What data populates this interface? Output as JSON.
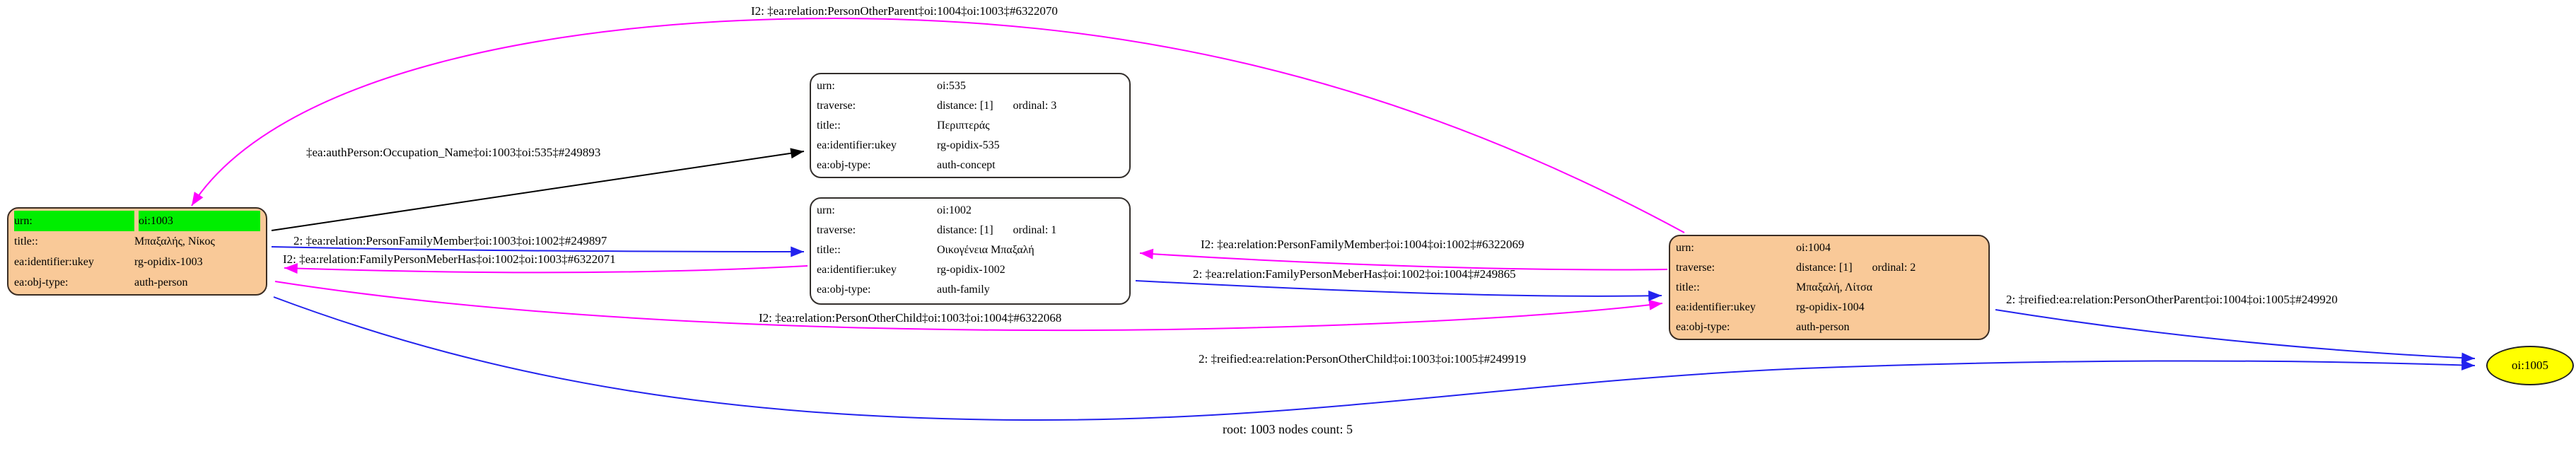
{
  "graph": {
    "footer": "root: 1003 nodes count: 5"
  },
  "colors": {
    "person_node_fill": "#f9c998",
    "plain_node_fill": "#ffffff",
    "highlight_green": "#00ee00",
    "ellipse_yellow": "#ffff00",
    "edge_blue": "#2222ee",
    "edge_magenta": "#ff00ff",
    "edge_black": "#000000"
  },
  "nodes": {
    "n1003": {
      "rows": [
        {
          "key": "urn:",
          "value": "oi:1003"
        },
        {
          "key": "title::",
          "value": "Μπαξαλής, Νίκος"
        },
        {
          "key": "ea:identifier:ukey",
          "value": "rg-opidix-1003"
        },
        {
          "key": "ea:obj-type:",
          "value": "auth-person"
        }
      ]
    },
    "n535": {
      "rows": [
        {
          "key": "urn:",
          "value": "oi:535"
        },
        {
          "key": "traverse:",
          "value": "distance: [1]",
          "extra": "ordinal: 3"
        },
        {
          "key": "title::",
          "value": "Περιπτεράς"
        },
        {
          "key": "ea:identifier:ukey",
          "value": "rg-opidix-535"
        },
        {
          "key": "ea:obj-type:",
          "value": "auth-concept"
        }
      ]
    },
    "n1002": {
      "rows": [
        {
          "key": "urn:",
          "value": "oi:1002"
        },
        {
          "key": "traverse:",
          "value": "distance: [1]",
          "extra": "ordinal: 1"
        },
        {
          "key": "title::",
          "value": "Οικογένεια Μπαξαλή"
        },
        {
          "key": "ea:identifier:ukey",
          "value": "rg-opidix-1002"
        },
        {
          "key": "ea:obj-type:",
          "value": "auth-family"
        }
      ]
    },
    "n1004": {
      "rows": [
        {
          "key": "urn:",
          "value": "oi:1004"
        },
        {
          "key": "traverse:",
          "value": "distance: [1]",
          "extra": "ordinal: 2"
        },
        {
          "key": "title::",
          "value": "Μπαξαλή, Λίτσα"
        },
        {
          "key": "ea:identifier:ukey",
          "value": "rg-opidix-1004"
        },
        {
          "key": "ea:obj-type:",
          "value": "auth-person"
        }
      ]
    },
    "n1005": {
      "label": "oi:1005"
    }
  },
  "edges": {
    "person_other_parent_top": {
      "label": "I2: ‡ea:relation:PersonOtherParent‡oi:1004‡oi:1003‡#6322070",
      "color": "magenta"
    },
    "occupation_name": {
      "label": "‡ea:authPerson:Occupation_Name‡oi:1003‡oi:535‡#249893",
      "color": "black"
    },
    "person_family_member_left": {
      "label": "2: ‡ea:relation:PersonFamilyMember‡oi:1003‡oi:1002‡#249897",
      "color": "blue"
    },
    "family_person_meber_has_left": {
      "label": "I2: ‡ea:relation:FamilyPersonMeberHas‡oi:1002‡oi:1003‡#6322071",
      "color": "magenta"
    },
    "person_family_member_right": {
      "label": "I2: ‡ea:relation:PersonFamilyMember‡oi:1004‡oi:1002‡#6322069",
      "color": "magenta"
    },
    "family_person_meber_has_right": {
      "label": "2: ‡ea:relation:FamilyPersonMeberHas‡oi:1002‡oi:1004‡#249865",
      "color": "blue"
    },
    "person_other_child_mid": {
      "label": "I2: ‡ea:relation:PersonOtherChild‡oi:1003‡oi:1004‡#6322068",
      "color": "magenta"
    },
    "reified_person_other_child": {
      "label": "2: ‡reified:ea:relation:PersonOtherChild‡oi:1003‡oi:1005‡#249919",
      "color": "blue"
    },
    "reified_person_other_parent": {
      "label": "2: ‡reified:ea:relation:PersonOtherParent‡oi:1004‡oi:1005‡#249920",
      "color": "blue"
    }
  }
}
